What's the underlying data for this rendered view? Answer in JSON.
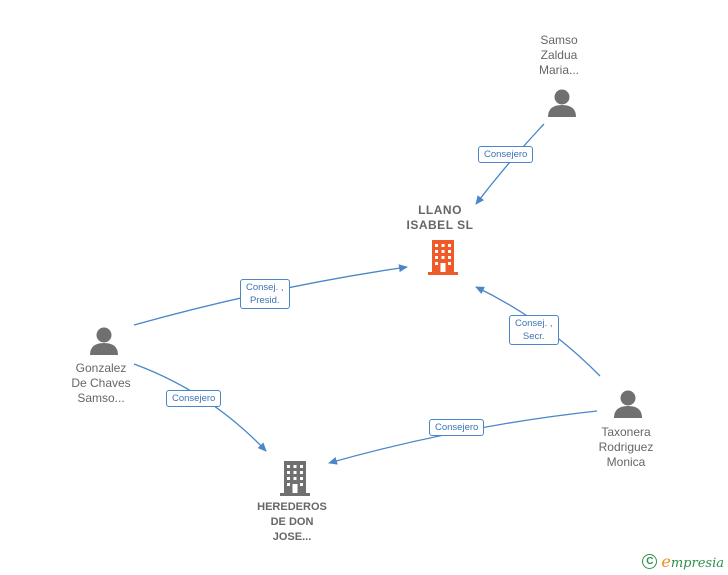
{
  "nodes": {
    "llano": {
      "lines": [
        "LLANO",
        "ISABEL  SL"
      ],
      "type": "company",
      "color": "#f05a28"
    },
    "herederos": {
      "lines": [
        "HEREDEROS",
        "DE DON",
        "JOSE..."
      ],
      "type": "company",
      "color": "#707070"
    },
    "samso": {
      "lines": [
        "Samso",
        "Zaldua",
        "Maria..."
      ],
      "type": "person"
    },
    "gonzalez": {
      "lines": [
        "Gonzalez",
        "De Chaves",
        "Samso..."
      ],
      "type": "person"
    },
    "taxonera": {
      "lines": [
        "Taxonera",
        "Rodriguez",
        "Monica"
      ],
      "type": "person"
    }
  },
  "edges": {
    "samso_llano": {
      "from": "Samso Zaldua Maria...",
      "to": "LLANO ISABEL SL",
      "lines": [
        "Consejero"
      ]
    },
    "gonzalez_llano": {
      "from": "Gonzalez De Chaves Samso...",
      "to": "LLANO ISABEL SL",
      "lines": [
        "Consej. ,",
        "Presid."
      ]
    },
    "taxonera_llano": {
      "from": "Taxonera Rodriguez Monica",
      "to": "LLANO ISABEL SL",
      "lines": [
        "Consej. ,",
        "Secr."
      ]
    },
    "gonzalez_herederos": {
      "from": "Gonzalez De Chaves Samso...",
      "to": "HEREDEROS DE DON JOSE...",
      "lines": [
        "Consejero"
      ]
    },
    "taxonera_herederos": {
      "from": "Taxonera Rodriguez Monica",
      "to": "HEREDEROS DE DON JOSE...",
      "lines": [
        "Consejero"
      ]
    }
  },
  "colors": {
    "edge": "#4a86c8",
    "person_icon": "#707070",
    "label_text": "#666666"
  },
  "brand": {
    "copyright_symbol": "C",
    "initial": "e",
    "name": "mpresia"
  }
}
